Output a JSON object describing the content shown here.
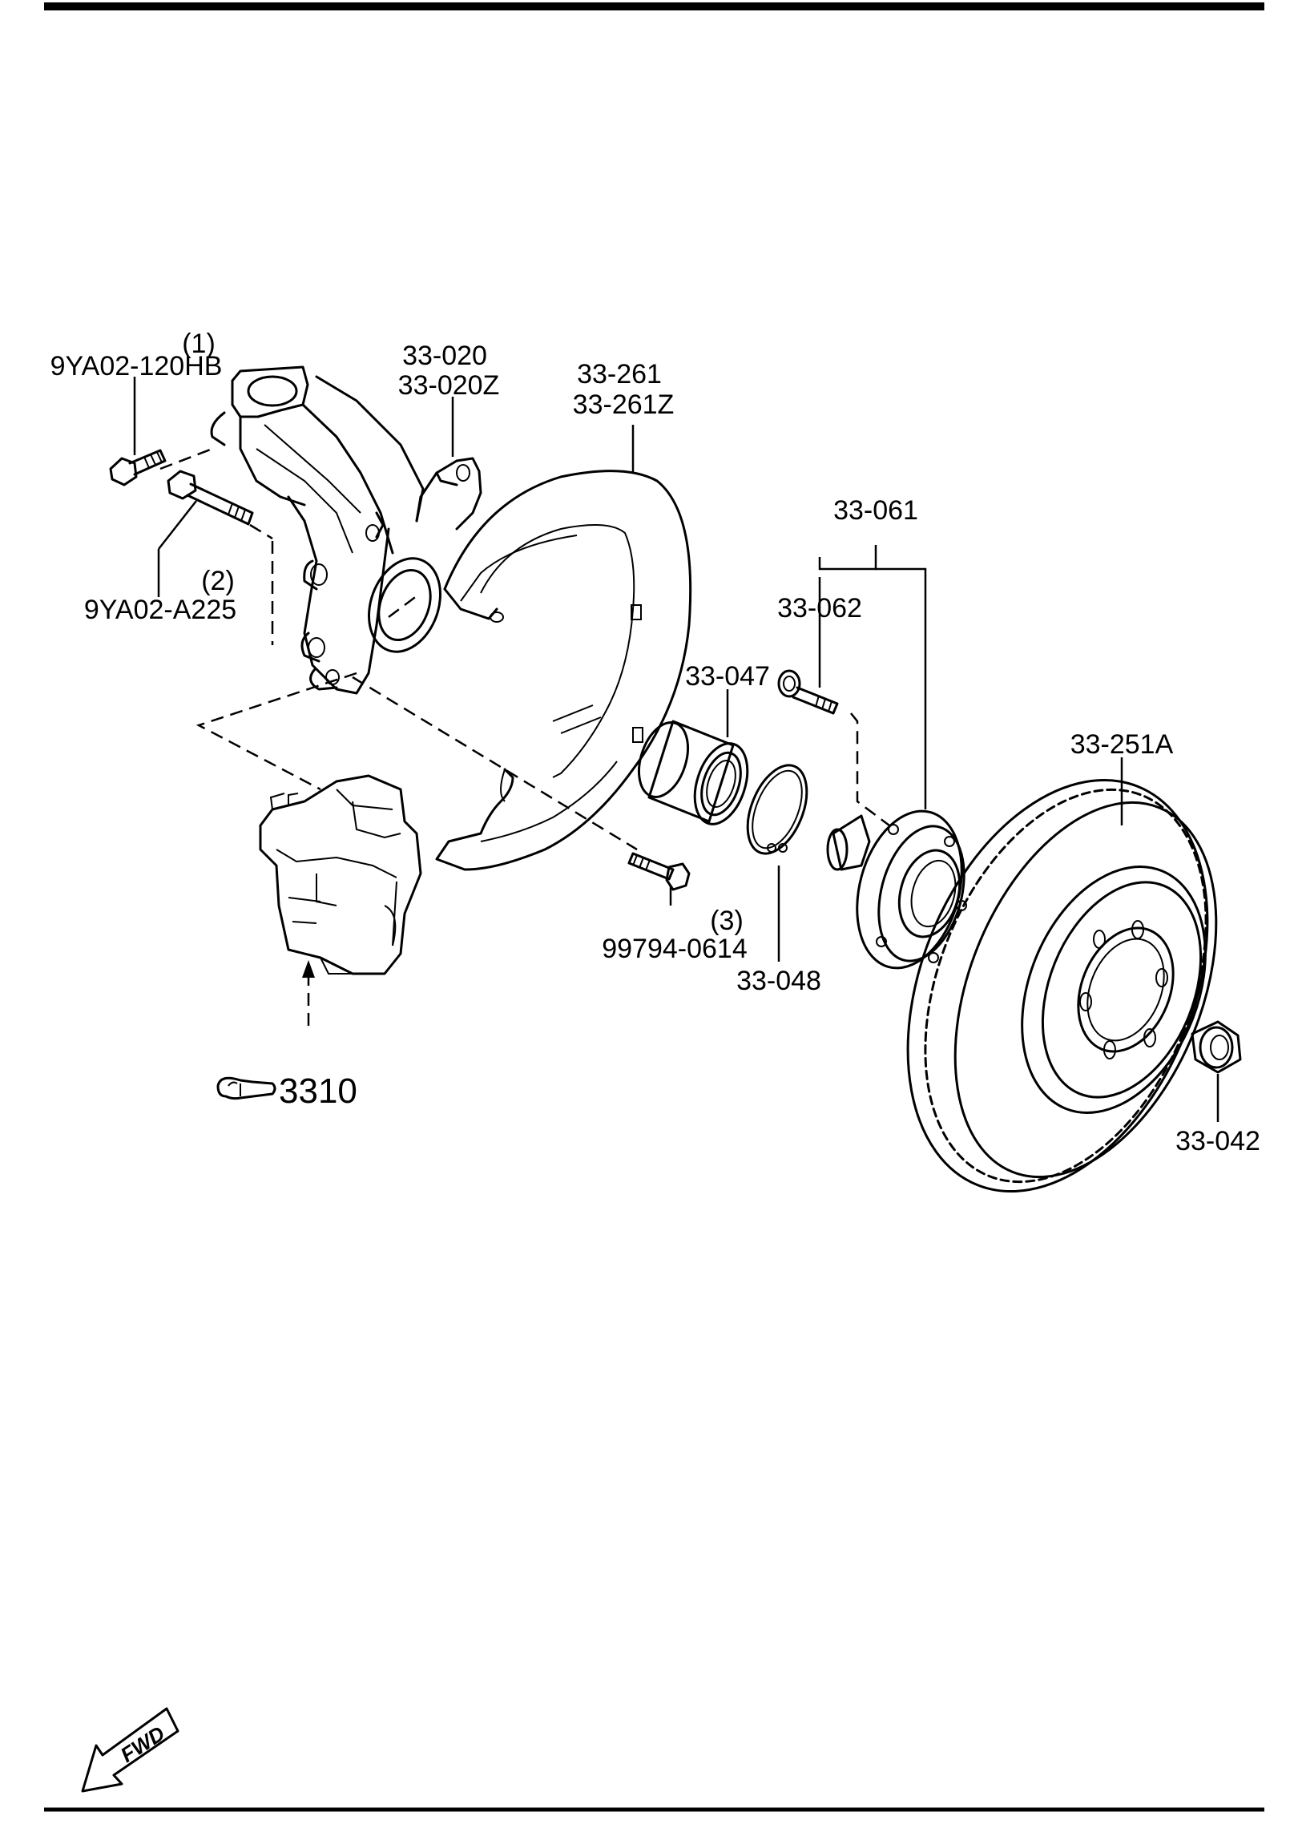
{
  "callouts": {
    "bolt1_qty": "(1)",
    "bolt1_part": "9YA02-120HB",
    "bolt2_qty": "(2)",
    "bolt2_part": "9YA02-A225",
    "knuckle_part_a": "33-020",
    "knuckle_part_b": "33-020Z",
    "dust_shield_part_a": "33-261",
    "dust_shield_part_b": "33-261Z",
    "hub_assembly_part": "33-061",
    "hub_bolt_part": "33-062",
    "bearing_part": "33-047",
    "snap_ring_part": "33-048",
    "bolt3_qty": "(3)",
    "bolt3_part": "99794-0614",
    "disc_part": "33-251A",
    "nut_part": "33-042",
    "caliper_ref": "3310"
  },
  "orientation": {
    "arrow_label": "FWD"
  },
  "icons": {
    "reference": "pointing-hand-icon",
    "direction": "forward-arrow-icon"
  }
}
